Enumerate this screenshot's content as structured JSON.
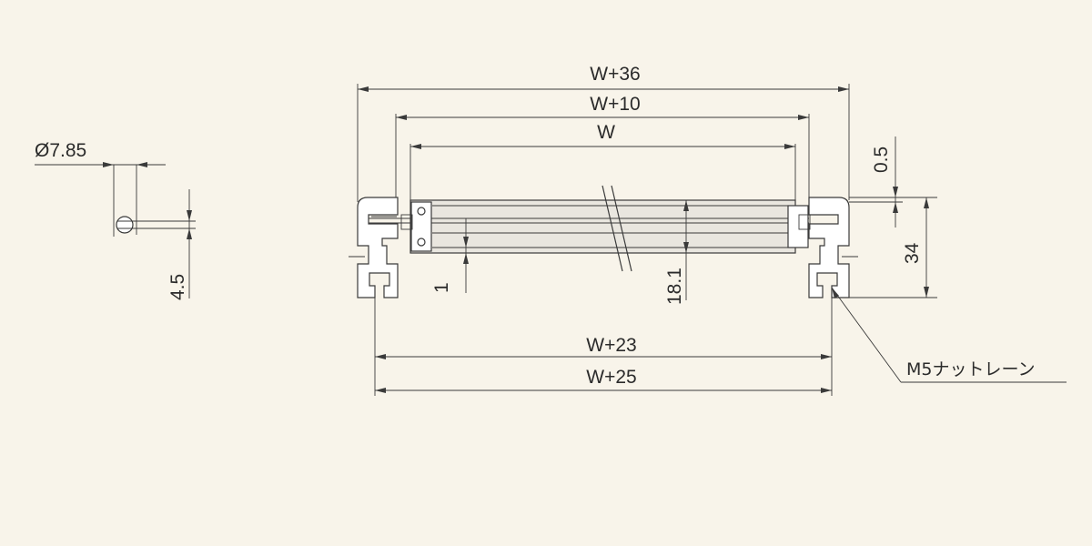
{
  "dimensions": {
    "w36": "W+36",
    "w10": "W+10",
    "w": "W",
    "w23": "W+23",
    "w25": "W+25",
    "d05": "0.5",
    "d34": "34",
    "d181": "18.1",
    "d1": "1",
    "shaft_dia": "Ø7.85",
    "shaft_flat": "4.5"
  },
  "notes": {
    "nut_lane": "M5ナットレーン"
  },
  "colors": {
    "background": "#f8f4ea",
    "line": "#3a3a3a",
    "roller_fill": "#e9e6df"
  }
}
